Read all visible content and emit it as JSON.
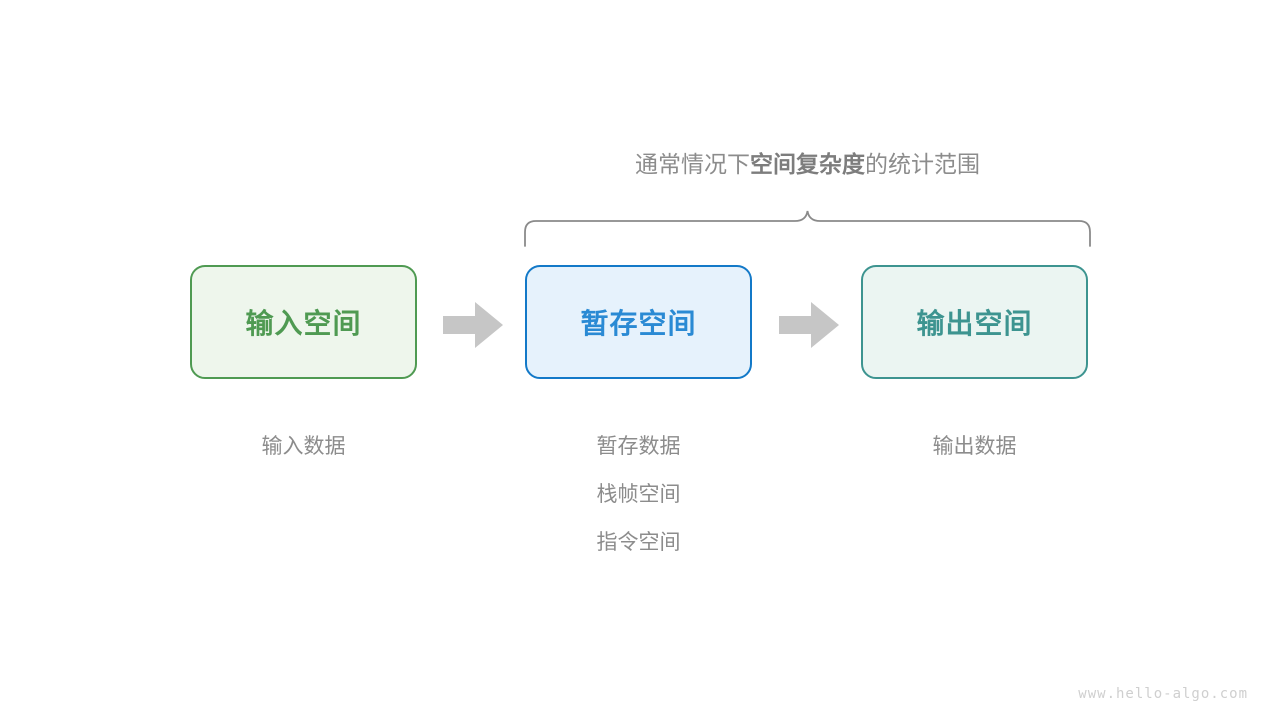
{
  "figure": {
    "title_caption": {
      "prefix": "通常情况下",
      "emphasis": "空间复杂度",
      "suffix": "的统计范围"
    },
    "watermark": "www.hello-algo.com",
    "colors": {
      "input_border": "#4f9a52",
      "input_fill": "#eef6ec",
      "input_text": "#4f9a52",
      "temp_border": "#1379c8",
      "temp_fill": "#e6f2fc",
      "temp_text": "#2a8ad4",
      "output_border": "#3d9490",
      "output_fill": "#ebf5f2",
      "output_text": "#3d9490",
      "arrow": "#c6c6c6",
      "brace": "#8a8a8a",
      "caption_text": "#8c8c8c",
      "sublabel_text": "#8c8c8c",
      "watermark_text": "#cfcfcf"
    }
  },
  "columns": [
    {
      "id": "input",
      "box_label": "输入空间",
      "sublabels": [
        "输入数据"
      ]
    },
    {
      "id": "temp",
      "box_label": "暂存空间",
      "sublabels": [
        "暂存数据",
        "栈帧空间",
        "指令空间"
      ]
    },
    {
      "id": "output",
      "box_label": "输出空间",
      "sublabels": [
        "输出数据"
      ]
    }
  ],
  "arrows": [
    {
      "id": "arrow-input-to-temp",
      "glyph": "right-arrow"
    },
    {
      "id": "arrow-temp-to-output",
      "glyph": "right-arrow"
    }
  ],
  "brace": {
    "id": "scope-brace",
    "covers": [
      "temp",
      "output"
    ]
  }
}
